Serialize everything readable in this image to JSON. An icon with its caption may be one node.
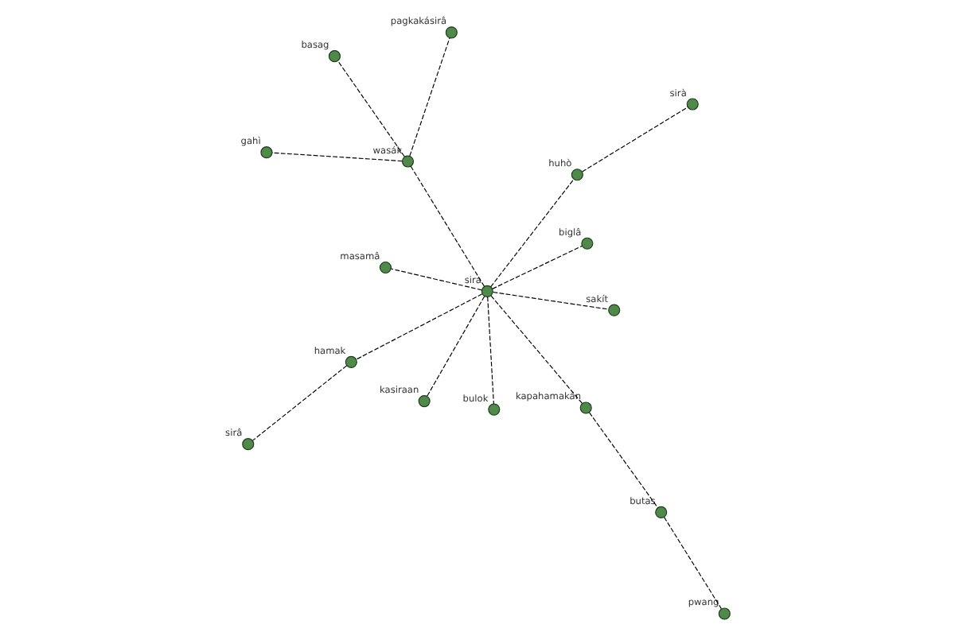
{
  "diagram": {
    "nodes": [
      {
        "text": [
          "sira"
        ]
      },
      {
        "text": [
          "wasák"
        ]
      },
      {
        "text": [
          "gahì"
        ]
      },
      {
        "text": [
          "basag"
        ]
      },
      {
        "text": [
          "pagkakásirâ"
        ]
      },
      {
        "text": [
          "hamak"
        ]
      },
      {
        "text": [
          "sirâ"
        ]
      },
      {
        "text": [
          "kapahamakán"
        ]
      },
      {
        "text": [
          "butas"
        ]
      },
      {
        "text": [
          "pwang"
        ]
      },
      {
        "text": [
          "kasiraan"
        ]
      },
      {
        "text": [
          "masamâ"
        ]
      },
      {
        "text": [
          "biglâ"
        ]
      },
      {
        "text": [
          "huhò"
        ]
      },
      {
        "text": [
          "sirà"
        ]
      },
      {
        "text": [
          "sakít"
        ]
      },
      {
        "text": [
          "bulok"
        ]
      }
    ],
    "edges": [
      {
        "from": 0,
        "to": 1,
        "arrow": "none",
        "style": "dashed"
      },
      {
        "from": 1,
        "to": 2,
        "arrow": "none",
        "style": "dashed"
      },
      {
        "from": 1,
        "to": 3,
        "arrow": "none",
        "style": "dashed"
      },
      {
        "from": 1,
        "to": 4,
        "arrow": "none",
        "style": "dashed"
      },
      {
        "from": 0,
        "to": 5,
        "arrow": "none",
        "style": "dashed"
      },
      {
        "from": 5,
        "to": 6,
        "arrow": "none",
        "style": "dashed"
      },
      {
        "from": 0,
        "to": 7,
        "arrow": "none",
        "style": "dashed"
      },
      {
        "from": 7,
        "to": 8,
        "arrow": "none",
        "style": "dashed"
      },
      {
        "from": 8,
        "to": 9,
        "arrow": "none",
        "style": "dashed"
      },
      {
        "from": 0,
        "to": 10,
        "arrow": "none",
        "style": "dashed"
      },
      {
        "from": 0,
        "to": 11,
        "arrow": "none",
        "style": "dashed"
      },
      {
        "from": 0,
        "to": 12,
        "arrow": "none",
        "style": "dashed"
      },
      {
        "from": 0,
        "to": 13,
        "arrow": "none",
        "style": "dashed"
      },
      {
        "from": 13,
        "to": 14,
        "arrow": "none",
        "style": "dashed"
      },
      {
        "from": 0,
        "to": 15,
        "arrow": "none",
        "style": "dashed"
      },
      {
        "from": 0,
        "to": 16,
        "arrow": "none",
        "style": "dashed"
      }
    ]
  }
}
